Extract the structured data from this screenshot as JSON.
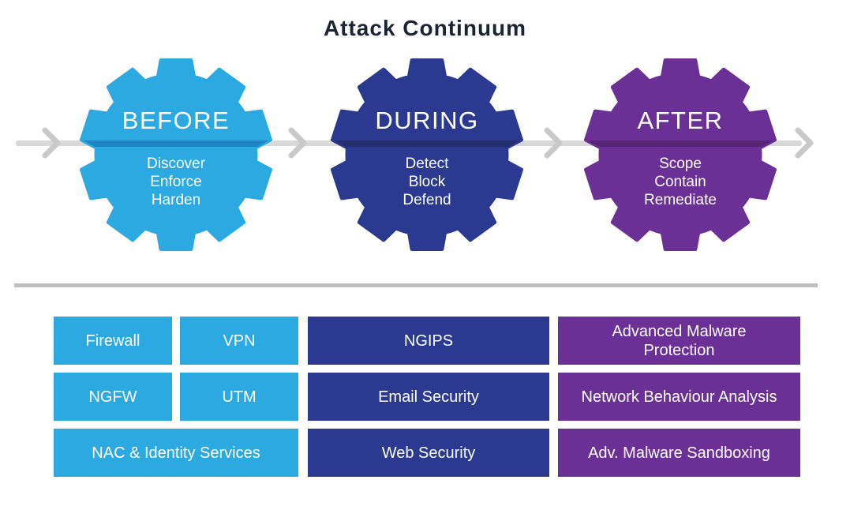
{
  "title": "Attack Continuum",
  "timeline": {
    "color": "#d8d8d8",
    "chevron_color": "#c9c9c9"
  },
  "phases": [
    {
      "label": "BEFORE",
      "actions": [
        "Discover",
        "Enforce",
        "Harden"
      ],
      "color": "#2ba9e0",
      "stripe_color": "#1f86c6"
    },
    {
      "label": "DURING",
      "actions": [
        "Detect",
        "Block",
        "Defend"
      ],
      "color": "#2b3990",
      "stripe_color": "#232e6e"
    },
    {
      "label": "AFTER",
      "actions": [
        "Scope",
        "Contain",
        "Remediate"
      ],
      "color": "#6b3096",
      "stripe_color": "#562578"
    }
  ],
  "grid": {
    "before": {
      "color": "#2ba9e0",
      "boxes": [
        {
          "label": "Firewall"
        },
        {
          "label": "VPN"
        },
        {
          "label": "NGFW"
        },
        {
          "label": "UTM"
        },
        {
          "label": "NAC & Identity Services"
        }
      ]
    },
    "during": {
      "color": "#2b3990",
      "boxes": [
        {
          "label": "NGIPS"
        },
        {
          "label": "Email Security"
        },
        {
          "label": "Web Security"
        }
      ]
    },
    "after": {
      "color": "#6b3096",
      "boxes": [
        {
          "label": "Advanced Malware\nProtection"
        },
        {
          "label": "Network Behaviour Analysis"
        },
        {
          "label": "Adv. Malware Sandboxing"
        }
      ]
    }
  }
}
